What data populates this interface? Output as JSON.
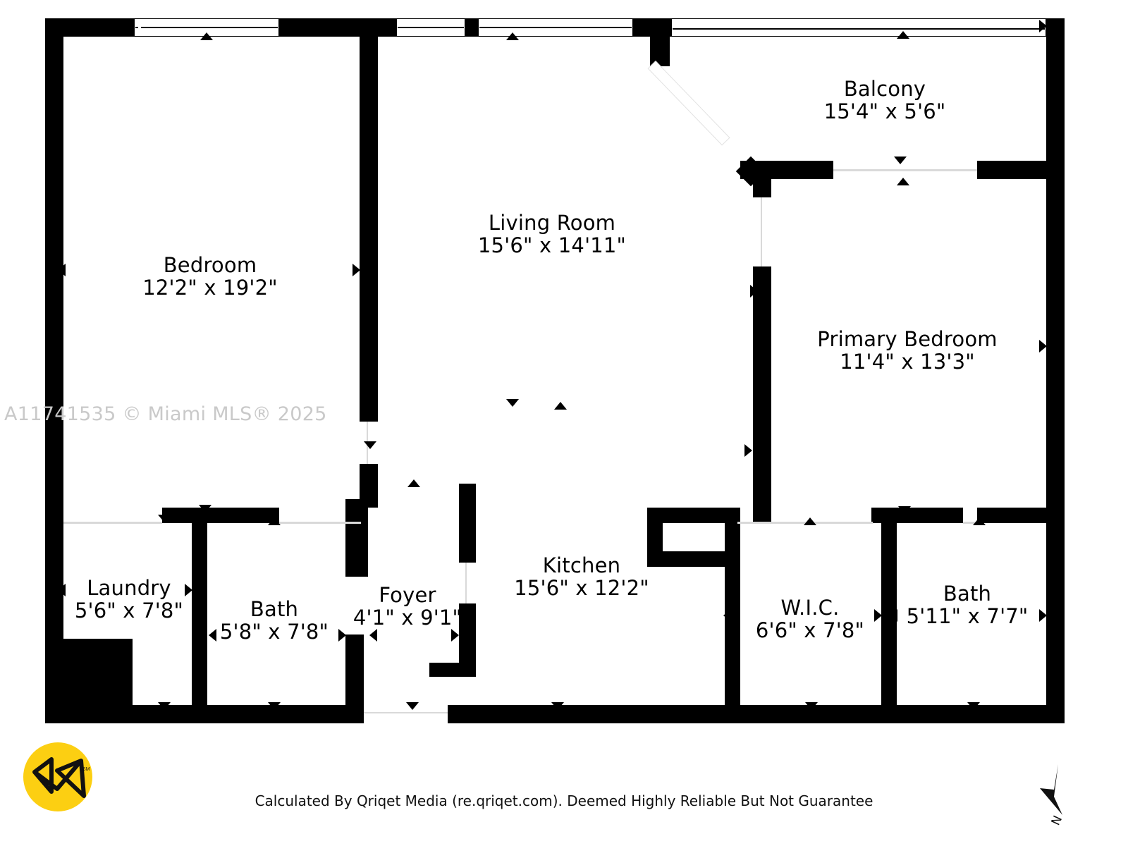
{
  "document": {
    "type": "floor-plan",
    "watermark": "A11741535 © Miami MLS® 2025",
    "footer": "Calculated By Qriqet Media (re.qriqet.com). Deemed Highly Reliable But Not Guarantee",
    "compass_label": "N",
    "logo_name": "qriqet-media-logo",
    "colors": {
      "wall": "#000000",
      "background": "#ffffff",
      "logo_background": "#FCCF12",
      "watermark_text": "#c9c9c9",
      "opening_line": "#d9d9d9"
    }
  },
  "rooms": [
    {
      "id": "bedroom",
      "name": "Bedroom",
      "dimensions": "12'2\" x 19'2\""
    },
    {
      "id": "living-room",
      "name": "Living Room",
      "dimensions": "15'6\" x 14'11\""
    },
    {
      "id": "balcony",
      "name": "Balcony",
      "dimensions": "15'4\" x 5'6\""
    },
    {
      "id": "primary-bedroom",
      "name": "Primary Bedroom",
      "dimensions": "11'4\" x 13'3\""
    },
    {
      "id": "laundry",
      "name": "Laundry",
      "dimensions": "5'6\" x 7'8\""
    },
    {
      "id": "bath-left",
      "name": "Bath",
      "dimensions": "5'8\" x 7'8\""
    },
    {
      "id": "foyer",
      "name": "Foyer",
      "dimensions": "4'1\" x 9'1\""
    },
    {
      "id": "kitchen",
      "name": "Kitchen",
      "dimensions": "15'6\" x 12'2\""
    },
    {
      "id": "wic",
      "name": "W.I.C.",
      "dimensions": "6'6\" x 7'8\""
    },
    {
      "id": "bath-right",
      "name": "Bath",
      "dimensions": "5'11\" x 7'7\""
    }
  ]
}
